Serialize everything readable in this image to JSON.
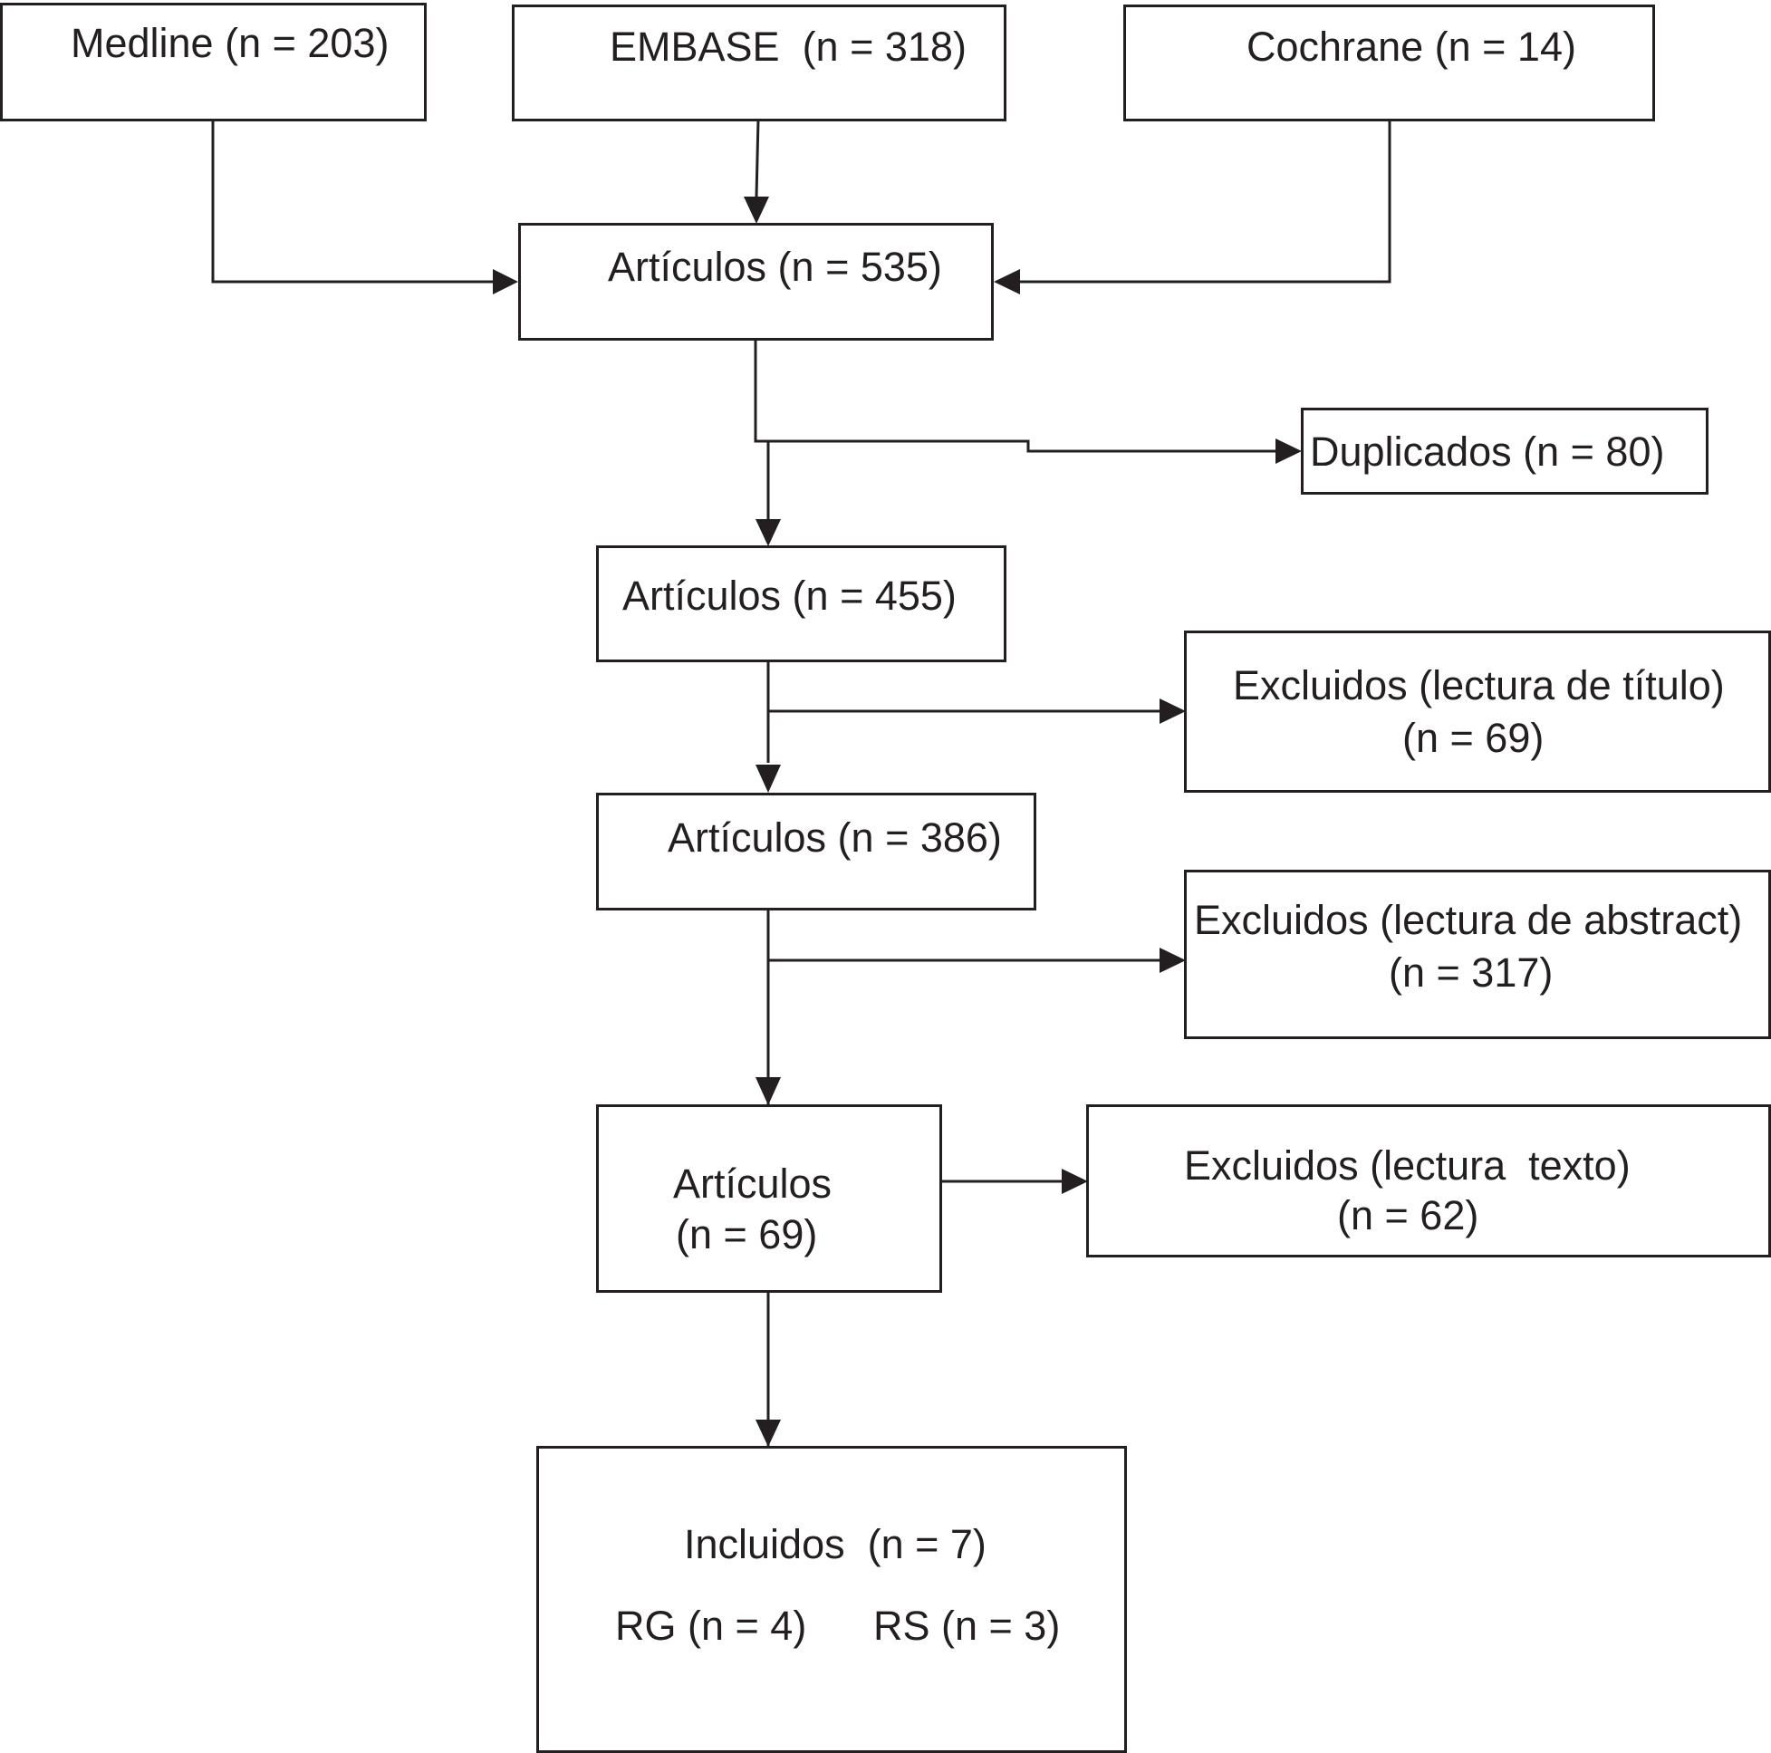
{
  "sources": {
    "medline": "Medline (n = 203)",
    "embase": "EMBASE  (n = 318)",
    "cochrane": "Cochrane (n = 14)"
  },
  "articulos_535": "Artículos (n = 535)",
  "duplicados": "Duplicados (n = 80)",
  "articulos_455": "Artículos (n = 455)",
  "excluidos_titulo": {
    "line1": "Excluidos (lectura de título)",
    "line2": "(n = 69)"
  },
  "articulos_386": "Artículos (n = 386)",
  "excluidos_abstract": {
    "line1": "Excluidos (lectura de abstract)",
    "line2": "(n = 317)"
  },
  "articulos_69": {
    "line1": "Artículos",
    "line2": "(n = 69)"
  },
  "excluidos_texto": {
    "line1": "Excluidos (lectura  texto)",
    "line2": "(n = 62)"
  },
  "incluidos": {
    "title": "Incluidos  (n = 7)",
    "rg": "RG (n = 4)",
    "rs": "RS (n = 3)"
  },
  "colors": {
    "line": "#231f20",
    "background": "#ffffff"
  }
}
